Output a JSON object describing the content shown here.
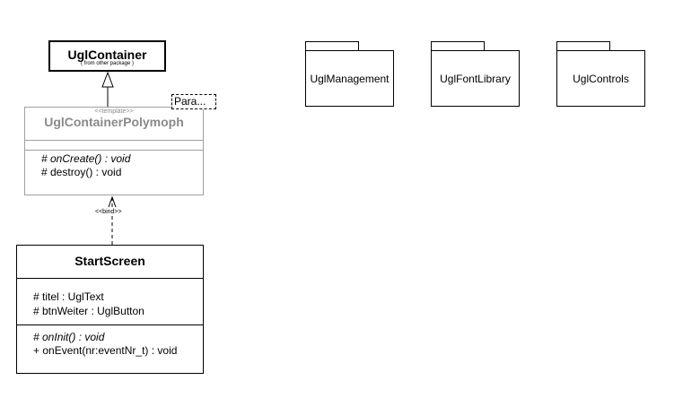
{
  "ugl_container": {
    "name": "UglContainer",
    "note": "( from other package )"
  },
  "template_class": {
    "stereotype": "<<template>>",
    "name": "UglContainerPolymoph",
    "param": "Para...",
    "operations": [
      "# onCreate() : void",
      "# destroy() : void"
    ]
  },
  "bind_label": "<<bind>>",
  "start_screen": {
    "name": "StartScreen",
    "attributes": [
      "# titel : UglText",
      "# btnWeiter : UglButton"
    ],
    "operations": [
      "# onInit() : void",
      "+ onEvent(nr:eventNr_t) : void"
    ]
  },
  "packages": [
    {
      "name": "UglManagement"
    },
    {
      "name": "UglFontLibrary"
    },
    {
      "name": "UglControls"
    }
  ]
}
